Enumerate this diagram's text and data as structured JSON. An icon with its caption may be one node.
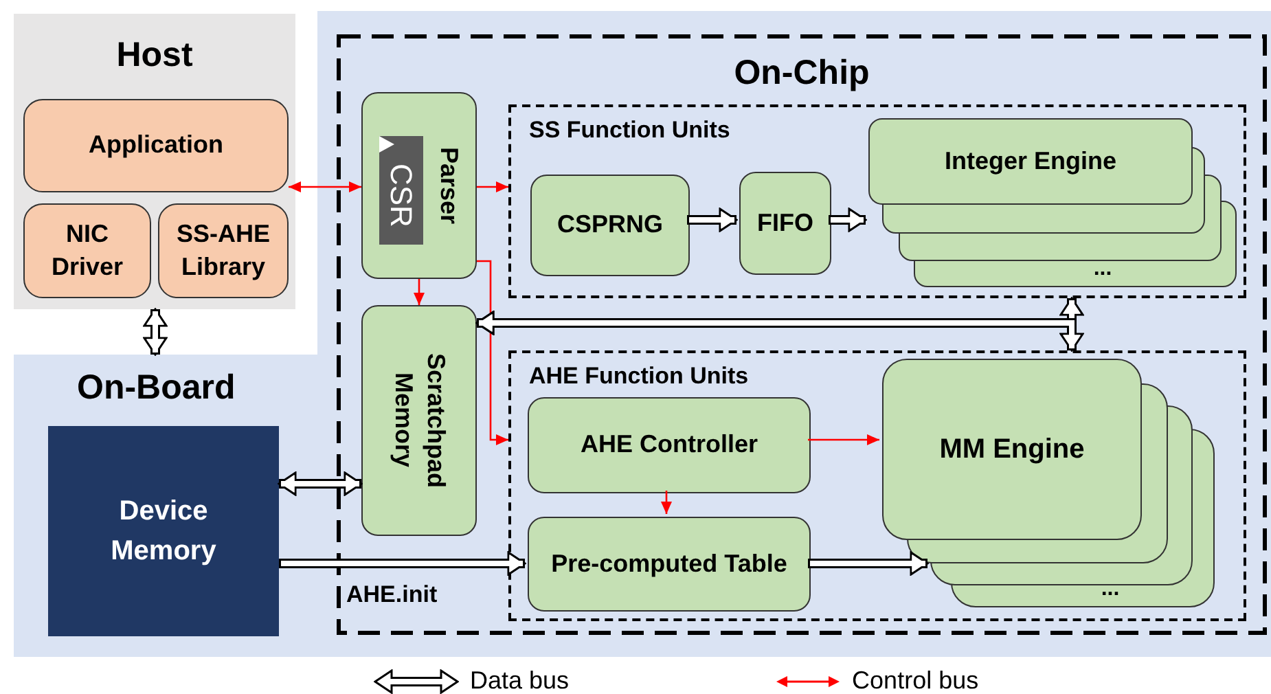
{
  "diagram": {
    "nodes": [
      {
        "text": [
          "Host"
        ]
      },
      {
        "text": [
          "Application"
        ],
        "in": 0
      },
      {
        "text": [
          "NIC Driver"
        ],
        "in": 0
      },
      {
        "text": [
          "SS-AHE Library"
        ],
        "in": 0
      },
      {
        "text": [
          "On-Board"
        ]
      },
      {
        "text": [
          "Device Memory"
        ],
        "in": 4
      },
      {
        "text": [
          "On-Chip"
        ],
        "in": 4
      },
      {
        "text": [
          "Parser"
        ],
        "in": 6
      },
      {
        "text": [
          "CSR"
        ],
        "in": 7
      },
      {
        "text": [
          "Scratchpad Memory"
        ],
        "in": 6
      },
      {
        "text": [
          "SS Function Units"
        ],
        "in": 6
      },
      {
        "text": [
          "CSPRNG"
        ],
        "in": 10
      },
      {
        "text": [
          "FIFO"
        ],
        "in": 10
      },
      {
        "text": [
          "Integer Engine",
          "..."
        ],
        "in": 10
      },
      {
        "text": [
          "AHE Function Units"
        ],
        "in": 6
      },
      {
        "text": [
          "AHE Controller"
        ],
        "in": 14
      },
      {
        "text": [
          "Pre-computed Table"
        ],
        "in": 14
      },
      {
        "text": [
          "MM Engine",
          "..."
        ],
        "in": 14
      }
    ],
    "edges": [
      {
        "from": 1,
        "to": 7,
        "arrow": "both",
        "color": "#ff0000"
      },
      {
        "from": 7,
        "to": 10,
        "arrow": "to",
        "color": "#ff0000"
      },
      {
        "from": 7,
        "to": 9,
        "arrow": "to",
        "color": "#ff0000"
      },
      {
        "from": 7,
        "to": 14,
        "arrow": "to",
        "color": "#ff0000"
      },
      {
        "from": 0,
        "to": 4,
        "arrow": "both"
      },
      {
        "from": 11,
        "to": 12,
        "arrow": "to"
      },
      {
        "from": 12,
        "to": 13,
        "arrow": "to"
      },
      {
        "from": 9,
        "to": 10,
        "arrow": "both"
      },
      {
        "from": 9,
        "to": 14,
        "arrow": "both"
      },
      {
        "from": 5,
        "to": 9,
        "arrow": "both"
      },
      {
        "from": 5,
        "to": 16,
        "arrow": "to",
        "label": "AHE.init"
      },
      {
        "from": 16,
        "to": 17,
        "arrow": "to"
      },
      {
        "from": 15,
        "to": 17,
        "arrow": "to",
        "color": "#ff0000"
      },
      {
        "from": 15,
        "to": 16,
        "arrow": "to",
        "color": "#ff0000"
      }
    ],
    "legend": [
      {
        "text": "Data bus"
      },
      {
        "text": "Control bus"
      }
    ]
  }
}
